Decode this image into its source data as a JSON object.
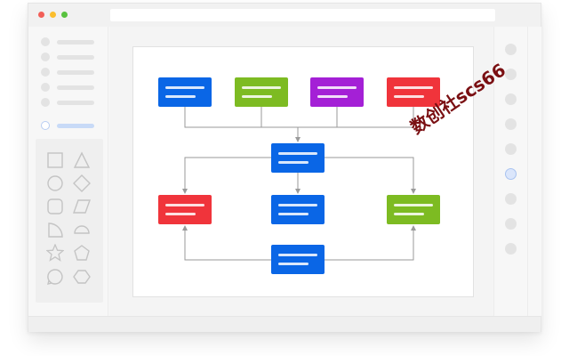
{
  "window": {
    "controls": [
      "close",
      "minimize",
      "maximize"
    ],
    "url": ""
  },
  "left_sidebar": {
    "menu_items": [
      "",
      "",
      "",
      "",
      ""
    ],
    "active_item": ""
  },
  "shape_panel": {
    "shapes": [
      "square-icon",
      "triangle-icon",
      "circle-icon",
      "diamond-icon",
      "rounded-square-icon",
      "parallelogram-icon",
      "quarter-circle-icon",
      "half-circle-icon",
      "star-icon",
      "pentagon-icon",
      "callout-icon",
      "hexagon-icon"
    ]
  },
  "flowchart": {
    "nodes": [
      {
        "id": "n1",
        "color": "#0a66e6"
      },
      {
        "id": "n2",
        "color": "#7dbb22"
      },
      {
        "id": "n3",
        "color": "#a420d6"
      },
      {
        "id": "n4",
        "color": "#f0343b"
      },
      {
        "id": "n5",
        "color": "#0a66e6"
      },
      {
        "id": "n6",
        "color": "#f0343b"
      },
      {
        "id": "n7",
        "color": "#0a66e6"
      },
      {
        "id": "n8",
        "color": "#7dbb22"
      },
      {
        "id": "n9",
        "color": "#0a66e6"
      }
    ]
  },
  "right_sidebar": {
    "tools_count": 9,
    "active_index": 5
  },
  "watermark": {
    "text": "数创社scs66"
  },
  "colors": {
    "blue": "#0a66e6",
    "green": "#7dbb22",
    "purple": "#a420d6",
    "red": "#f0343b",
    "connector": "#9a9a9a"
  }
}
